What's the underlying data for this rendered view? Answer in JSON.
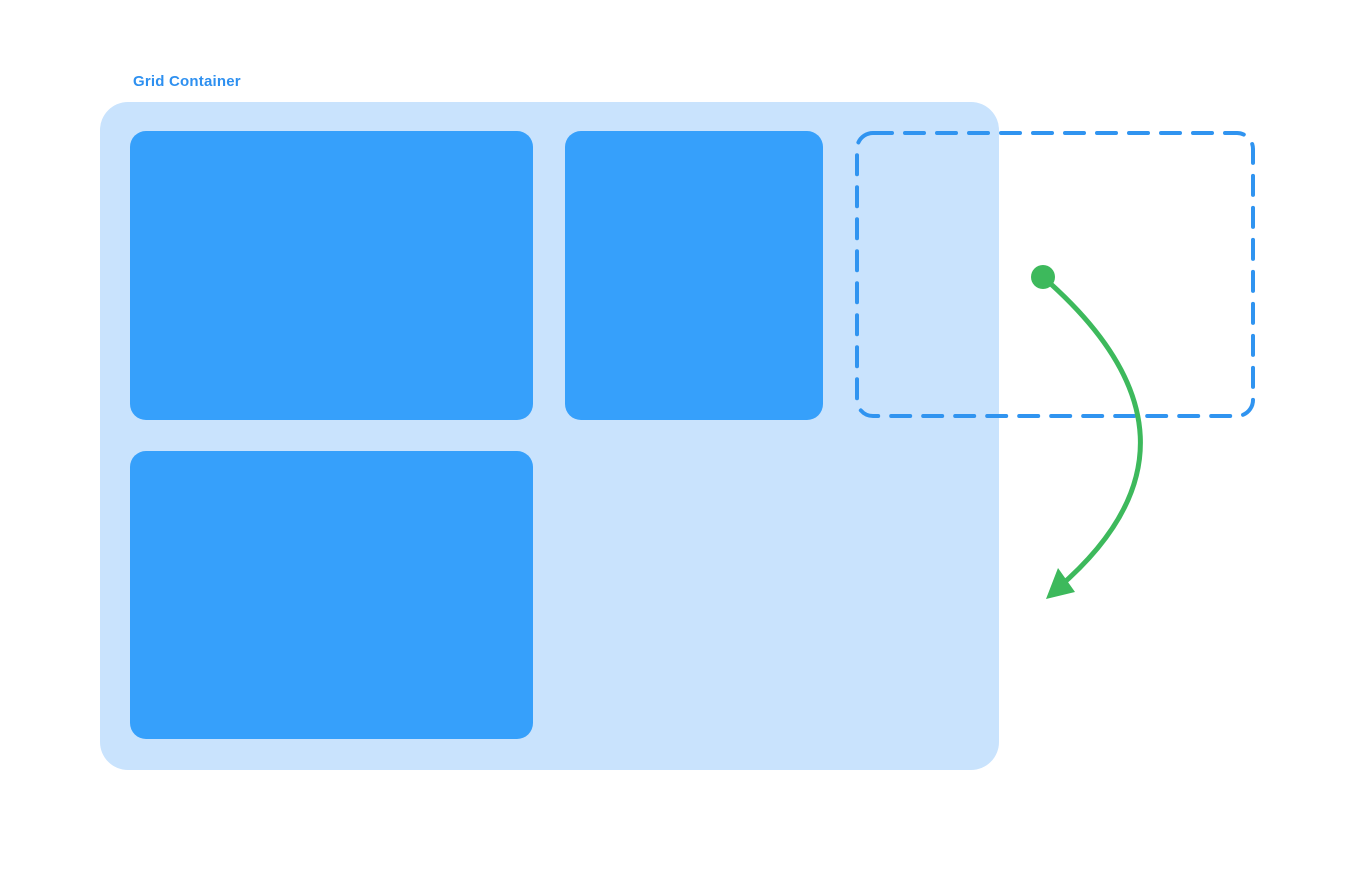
{
  "diagram": {
    "container_label": "Grid Container",
    "colors": {
      "canvas": "#ffffff",
      "container": "#c9e3fd",
      "item": "#36a0fb",
      "outline": "#3094f0",
      "label": "#2e90f0",
      "arrow": "#3db95c"
    },
    "items": [
      {
        "id": "grid-item-1"
      },
      {
        "id": "grid-item-2"
      },
      {
        "id": "grid-item-3"
      }
    ],
    "placeholder": {
      "id": "drop-placeholder"
    },
    "annotation": {
      "id": "drag-path-arrow"
    }
  }
}
